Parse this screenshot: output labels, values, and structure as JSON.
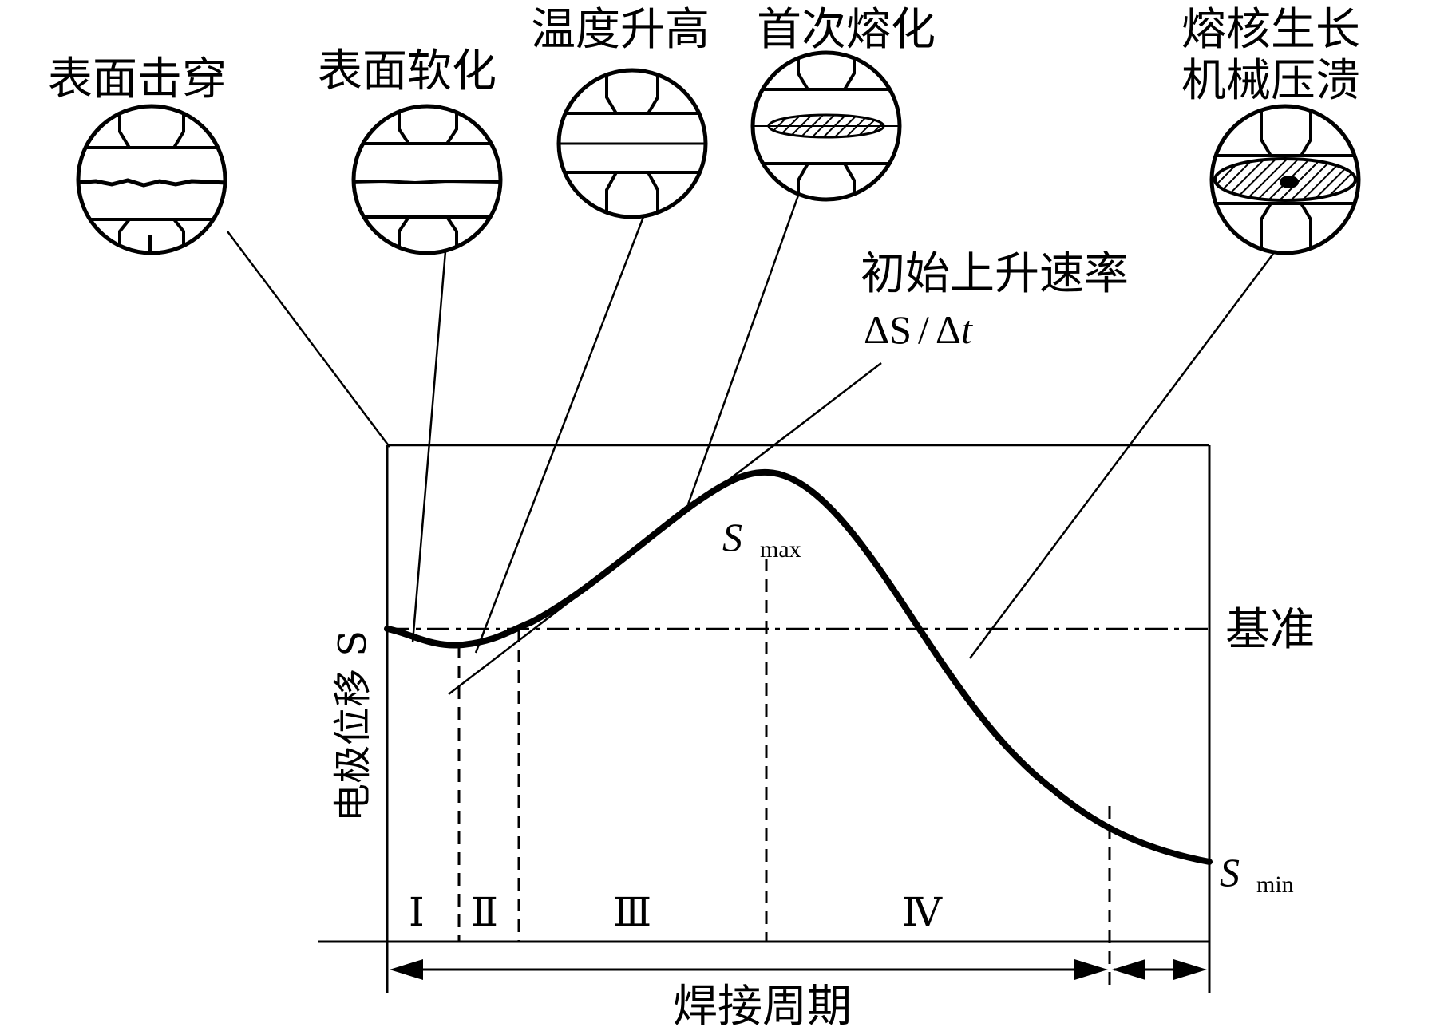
{
  "figure": {
    "stages": [
      {
        "label": "表面击穿"
      },
      {
        "label": "表面软化"
      },
      {
        "label": "温度升高"
      },
      {
        "label": "首次熔化"
      },
      {
        "label_line1": "熔核生长",
        "label_line2": "机械压溃"
      }
    ],
    "rate_label": "初始上升速率",
    "rate_formula": {
      "delta_s": "ΔS",
      "slash": "/",
      "delta": "Δ",
      "t": "t"
    },
    "y_axis_title": "电极位移 S",
    "x_axis_title": "焊接周期",
    "baseline_label": "基准",
    "smax": {
      "symbol": "S",
      "sub": "max"
    },
    "smin": {
      "symbol": "S",
      "sub": "min"
    },
    "phases": [
      "Ⅰ",
      "Ⅱ",
      "Ⅲ",
      "Ⅳ"
    ]
  }
}
